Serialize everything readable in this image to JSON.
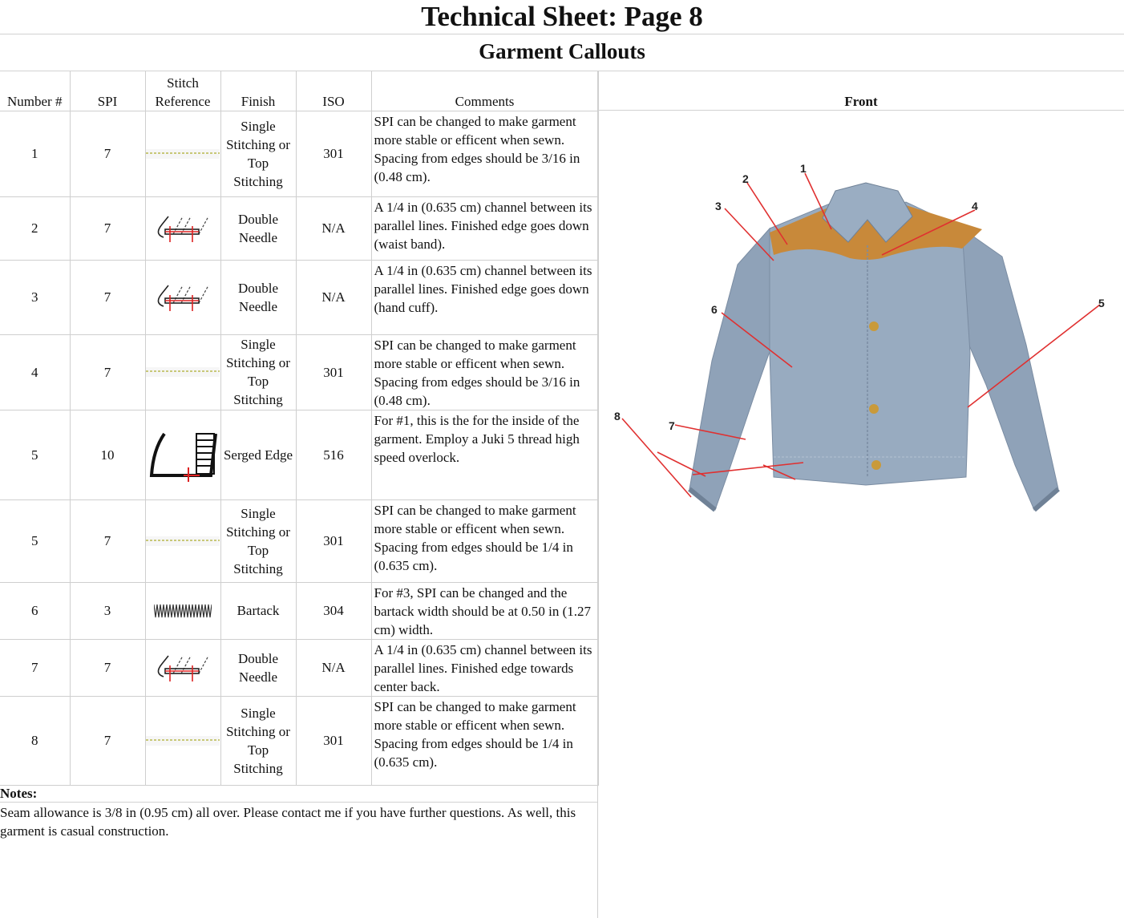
{
  "header": {
    "title": "Technical Sheet: Page 8",
    "subtitle": "Garment Callouts"
  },
  "table": {
    "columns": {
      "number": "Number #",
      "spi": "SPI",
      "stitch_top": "Stitch",
      "stitch_bottom": "Reference",
      "finish": "Finish",
      "iso": "ISO",
      "comments": "Comments"
    },
    "rows": [
      {
        "number": "1",
        "spi": "7",
        "stitch_icon": "single-stitch-line-icon",
        "finish": "Single Stitching or Top Stitching",
        "iso": "301",
        "comment": "SPI can be changed to make garment more stable or efficent when sewn. Spacing from edges should be 3/16 in (0.48 cm)."
      },
      {
        "number": "2",
        "spi": "7",
        "stitch_icon": "double-needle-icon",
        "finish": "Double Needle",
        "iso": "N/A",
        "comment": "A 1/4 in (0.635 cm) channel between its parallel lines. Finished edge goes down (waist band)."
      },
      {
        "number": "3",
        "spi": "7",
        "stitch_icon": "double-needle-icon",
        "finish": "Double Needle",
        "iso": "N/A",
        "comment": "A 1/4 in (0.635 cm) channel between its parallel lines. Finished edge goes down (hand cuff)."
      },
      {
        "number": "4",
        "spi": "7",
        "stitch_icon": "single-stitch-line-icon",
        "finish": "Single Stitching or Top Stitching",
        "iso": "301",
        "comment": "SPI can be changed to make garment more stable or efficent when sewn. Spacing from edges should be 3/16 in (0.48 cm)."
      },
      {
        "number": "5",
        "spi": "10",
        "stitch_icon": "serged-edge-icon",
        "finish": "Serged Edge",
        "iso": "516",
        "comment": "For #1, this is the for the inside of the garment. Employ a Juki 5 thread high speed overlock."
      },
      {
        "number": "5",
        "spi": "7",
        "stitch_icon": "single-stitch-line-icon",
        "finish": "Single Stitching or Top Stitching",
        "iso": "301",
        "comment": "SPI can be changed to make garment more stable or efficent when sewn. Spacing from edges should be 1/4 in (0.635 cm)."
      },
      {
        "number": "6",
        "spi": "3",
        "stitch_icon": "bartack-icon",
        "finish": "Bartack",
        "iso": "304",
        "comment": "For #3, SPI can be changed and the bartack width should be at 0.50 in (1.27 cm) width."
      },
      {
        "number": "7",
        "spi": "7",
        "stitch_icon": "double-needle-icon",
        "finish": "Double Needle",
        "iso": "N/A",
        "comment": "A 1/4 in (0.635 cm) channel between its parallel lines. Finished edge towards center back."
      },
      {
        "number": "8",
        "spi": "7",
        "stitch_icon": "single-stitch-line-icon",
        "finish": "Single Stitching or Top Stitching",
        "iso": "301",
        "comment": "SPI can be changed to make garment more stable or efficent when sewn. Spacing from edges should be 1/4 in (0.635 cm)."
      }
    ]
  },
  "notes": {
    "label": "Notes:",
    "text": "Seam allowance is 3/8 in (0.95 cm) all over. Please contact me if you have further questions. As well, this garment is casual construction."
  },
  "front": {
    "label": "Front",
    "callouts": [
      "1",
      "2",
      "3",
      "4",
      "5",
      "6",
      "7",
      "8"
    ],
    "colors": {
      "denim": "#8fa2b8",
      "yoke": "#c8893a",
      "arrow": "#e03030",
      "button": "#c99a3a"
    }
  }
}
